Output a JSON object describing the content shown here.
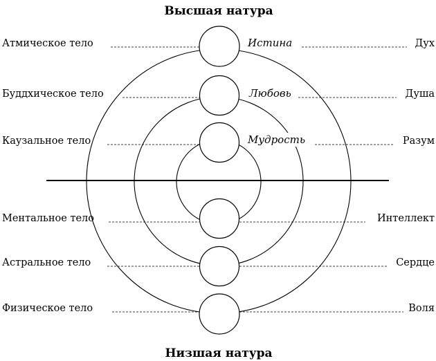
{
  "title_top": "Высшая натура",
  "title_bottom": "Низшая натура",
  "left_labels": [
    "Атмическое тело",
    "Буддхическое тело",
    "Каузальное тело",
    "Ментальное тело",
    "Астральное тело",
    "Физическое тело"
  ],
  "right_labels": [
    "Дух",
    "Душа",
    "Разум",
    "Интеллект",
    "Сердце",
    "Воля"
  ],
  "center_labels": [
    "Истина",
    "Любовь",
    "Мудрость"
  ]
}
